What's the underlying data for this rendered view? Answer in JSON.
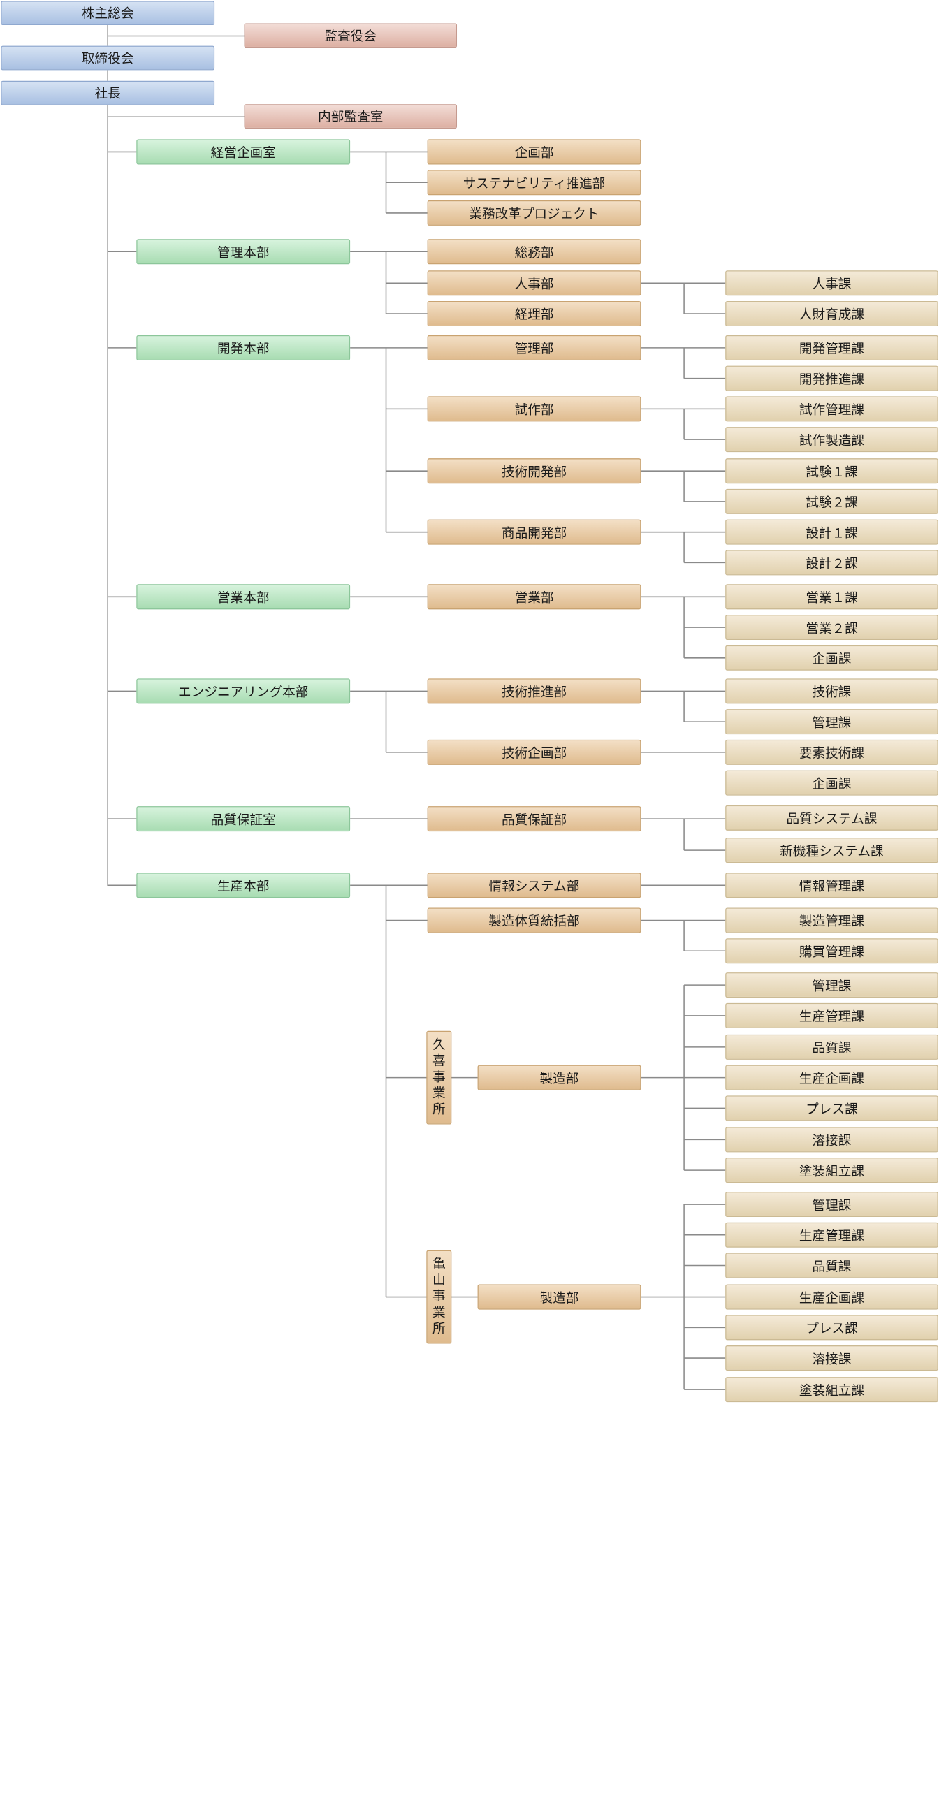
{
  "nodes": {
    "shareholders": "株主総会",
    "auditors": "監査役会",
    "board": "取締役会",
    "president": "社長",
    "internal_audit": "内部監査室",
    "div_planning": "経営企画室",
    "dept_planning": "企画部",
    "dept_sustainability": "サステナビリティ推進部",
    "dept_reform": "業務改革プロジェクト",
    "div_admin": "管理本部",
    "dept_general": "総務部",
    "dept_hr": "人事部",
    "sec_hr": "人事課",
    "sec_talent": "人財育成課",
    "dept_accounting": "経理部",
    "div_dev": "開発本部",
    "dept_dev_mgmt": "管理部",
    "sec_dev_mgmt": "開発管理課",
    "sec_dev_promo": "開発推進課",
    "dept_prototype": "試作部",
    "sec_proto_mgmt": "試作管理課",
    "sec_proto_mfg": "試作製造課",
    "dept_tech_dev": "技術開発部",
    "sec_test1": "試験１課",
    "sec_test2": "試験２課",
    "dept_product_dev": "商品開発部",
    "sec_design1": "設計１課",
    "sec_design2": "設計２課",
    "div_sales": "営業本部",
    "dept_sales": "営業部",
    "sec_sales1": "営業１課",
    "sec_sales2": "営業２課",
    "sec_sales_planning": "企画課",
    "div_eng": "エンジニアリング本部",
    "dept_tech_promo": "技術推進部",
    "sec_tech": "技術課",
    "sec_eng_mgmt": "管理課",
    "dept_tech_planning": "技術企画部",
    "sec_element": "要素技術課",
    "sec_eng_planning": "企画課",
    "div_qa": "品質保証室",
    "dept_qa": "品質保証部",
    "sec_quality_system": "品質システム課",
    "sec_new_model_system": "新機種システム課",
    "div_prod": "生産本部",
    "dept_info": "情報システム部",
    "sec_info_mgmt": "情報管理課",
    "dept_mfg_quality": "製造体質統括部",
    "sec_mfg_mgmt": "製造管理課",
    "sec_purchasing": "購買管理課",
    "site_kuki": "久喜事業所",
    "dept_kuki_mfg": "製造部",
    "sec_kuki_mgmt": "管理課",
    "sec_kuki_prod_mgmt": "生産管理課",
    "sec_kuki_quality": "品質課",
    "sec_kuki_prod_planning": "生産企画課",
    "sec_kuki_press": "プレス課",
    "sec_kuki_welding": "溶接課",
    "sec_kuki_paint": "塗装組立課",
    "site_kameyama": "亀山事業所",
    "dept_kameyama_mfg": "製造部",
    "sec_kam_mgmt": "管理課",
    "sec_kam_prod_mgmt": "生産管理課",
    "sec_kam_quality": "品質課",
    "sec_kam_prod_planning": "生産企画課",
    "sec_kam_press": "プレス課",
    "sec_kam_welding": "溶接課",
    "sec_kam_paint": "塗装組立課"
  },
  "colors": {
    "executive": "#a9c0e2",
    "audit": "#ddb0a3",
    "division": "#a8dcb2",
    "department": "#dfbb8e",
    "section": "#e1d1ae",
    "connector": "#8a8a8a"
  }
}
